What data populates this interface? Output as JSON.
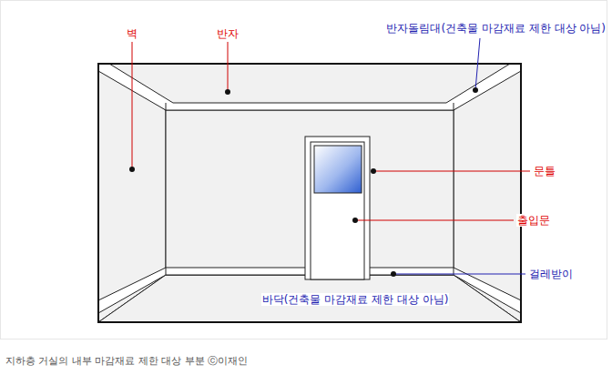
{
  "diagram": {
    "caption": "지하층 거실의 내부 마감재료 제한 대상 부분 ⓒ이재인",
    "labels": [
      "벽",
      "반자",
      "반자돌림대(건축물 마감재료 제한 대상 아님)",
      "문틀",
      "출입문",
      "걸레받이",
      "바닥(건축물 마감재료 제한 대상 아님)"
    ]
  }
}
